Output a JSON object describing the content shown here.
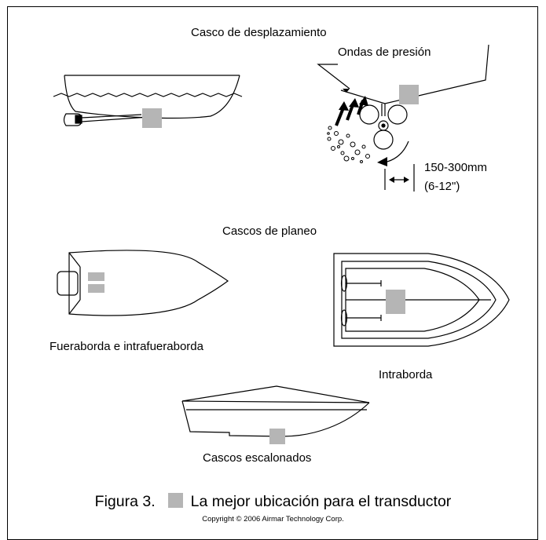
{
  "labels": {
    "displacement_title": "Casco de desplazamiento",
    "pressure_waves": "Ondas de presión",
    "distance_mm": "150-300mm",
    "distance_in": "(6-12\")",
    "planing_title": "Cascos de planeo",
    "outboard": "Fueraborda e intrafueraborda",
    "inboard": "Intraborda",
    "stepped": "Cascos escalonados"
  },
  "caption": {
    "prefix": "Figura 3.",
    "text": "La mejor ubicación para el transductor"
  },
  "copyright": "Copyright © 2006 Airmar Technology Corp.",
  "colors": {
    "best_location_fill": "#b5b5b5",
    "line": "#000000"
  }
}
